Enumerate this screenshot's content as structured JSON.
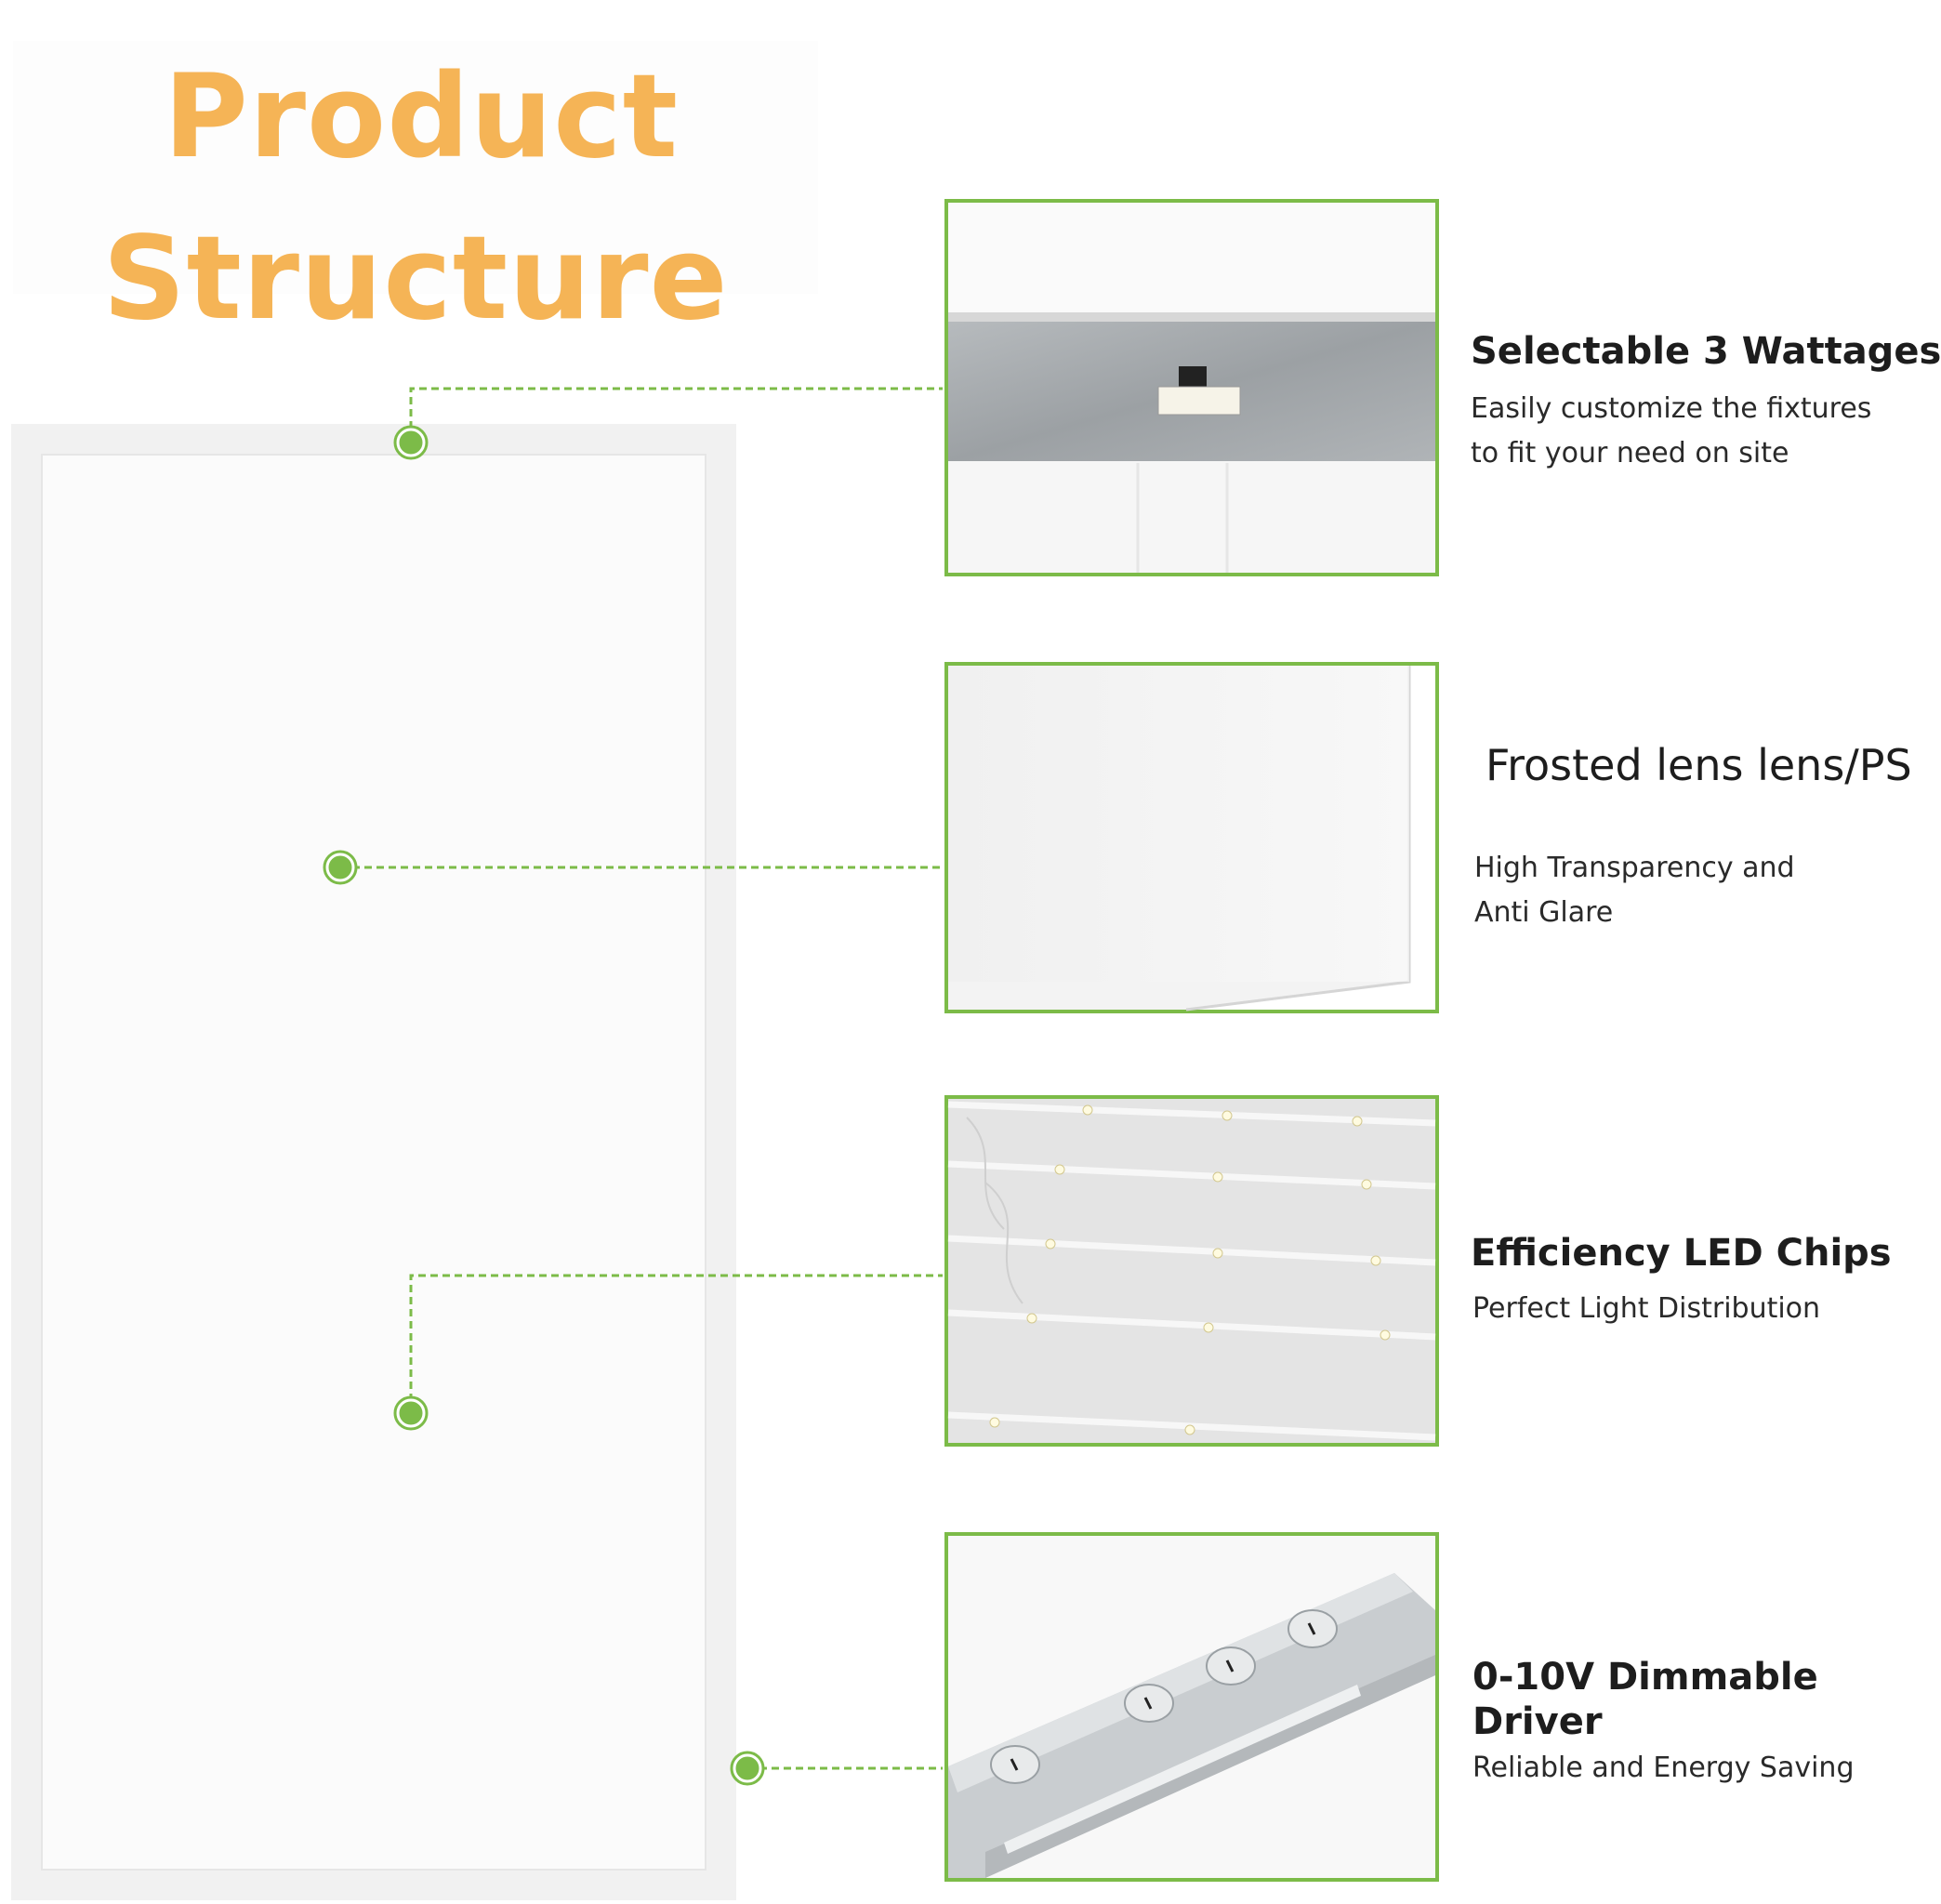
{
  "header": {
    "title_line1": "Product",
    "title_line2": "Structure"
  },
  "colors": {
    "title": "#f5b456",
    "accent_green": "#7cbb48",
    "text": "#1d1d1d"
  },
  "features": [
    {
      "title": "Selectable 3 Wattages",
      "desc_line1": "Easily customize the fixtures",
      "desc_line2": "to fit your need on site"
    },
    {
      "title": "Frosted lens lens/PS",
      "desc_line1": "High Transparency and",
      "desc_line2": "Anti Glare"
    },
    {
      "title": "Efficiency LED Chips",
      "desc_line1": "Perfect Light Distribution"
    },
    {
      "title_line1": "0-10V Dimmable",
      "title_line2": "Driver",
      "desc_line1": "Reliable and Energy Saving"
    }
  ]
}
